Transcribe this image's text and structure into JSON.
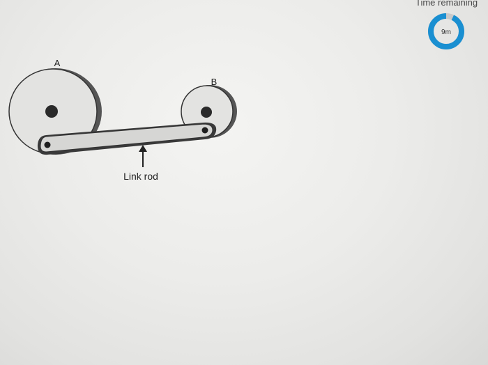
{
  "timer": {
    "label": "Time remaining",
    "value": "9m",
    "fraction_remaining": 0.93,
    "ring_color": "#1a8fd1",
    "track_color": "#c9c9c9"
  },
  "diagram": {
    "wheel_a_label": "A",
    "wheel_b_label": "B",
    "link_rod_label": "Link rod"
  }
}
